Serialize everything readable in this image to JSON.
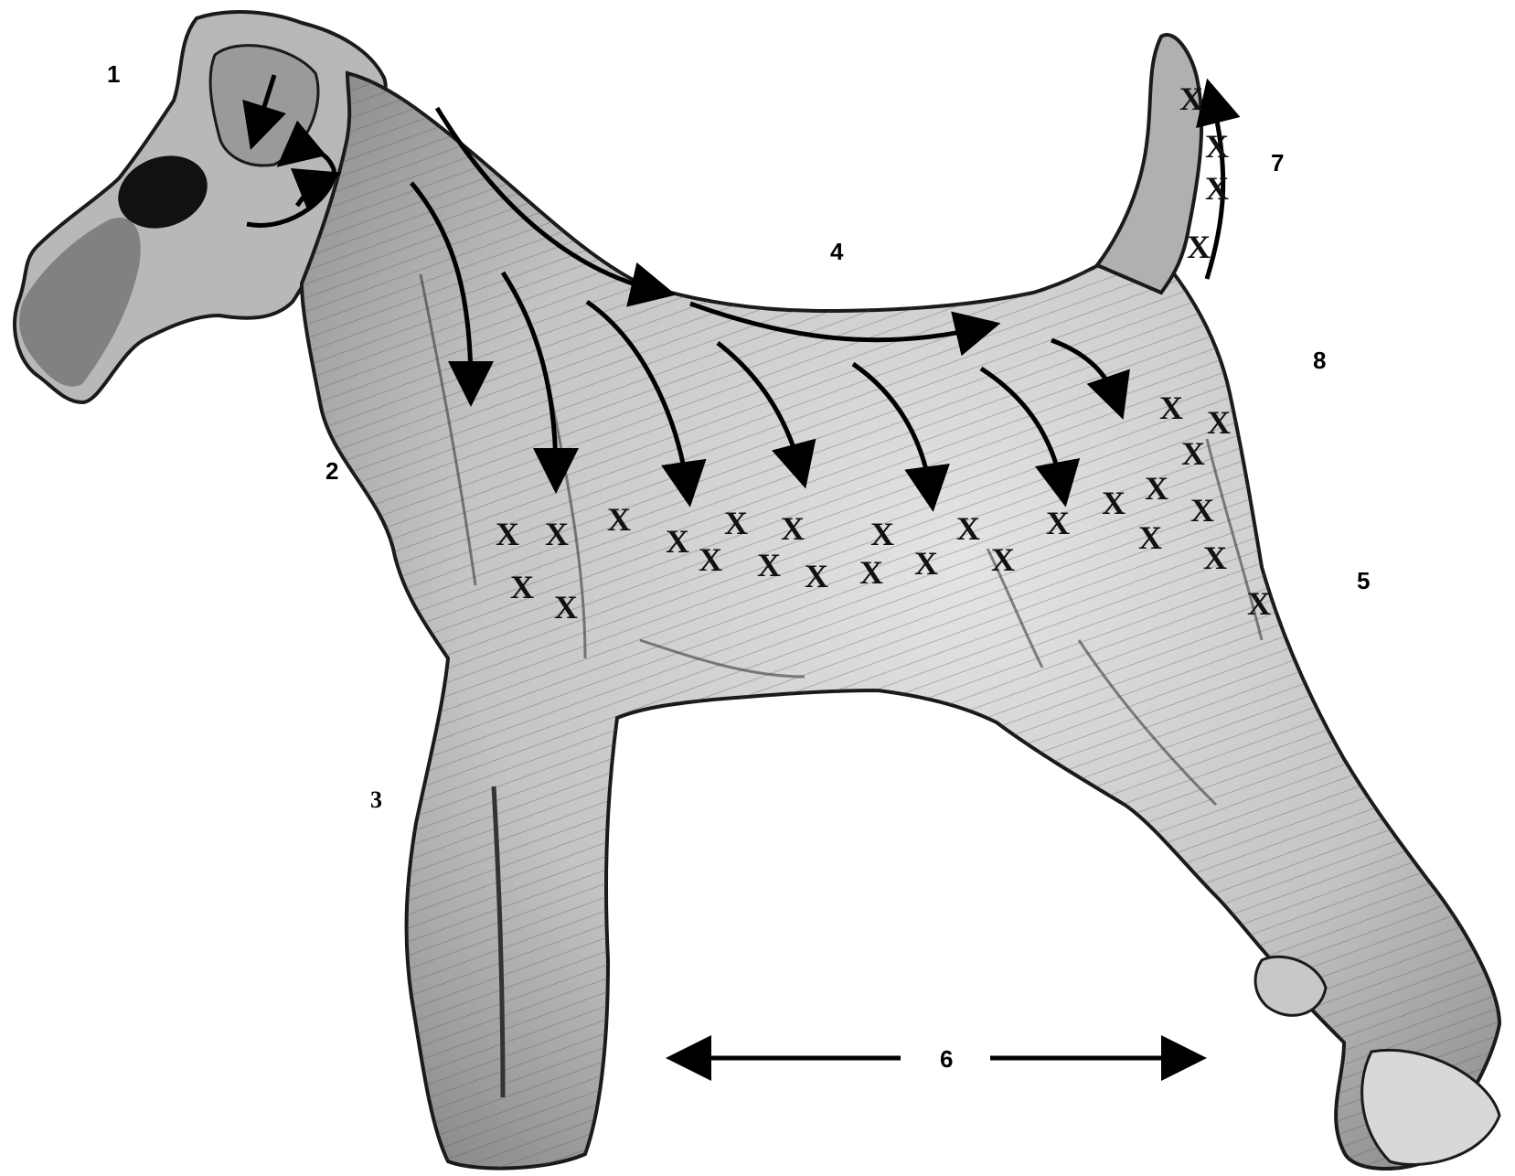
{
  "labels": {
    "head": "1",
    "neck_front": "2",
    "front_legs": "3",
    "back": "4",
    "rear": "5",
    "body_length": "6",
    "tail": "7",
    "croup": "8"
  },
  "marker_symbol": "X",
  "colors": {
    "outline": "#1a1a1a",
    "body_fill": "#c9c9c9",
    "shading": "#3a3a3a",
    "arrow": "#000000",
    "background": "#ffffff"
  }
}
